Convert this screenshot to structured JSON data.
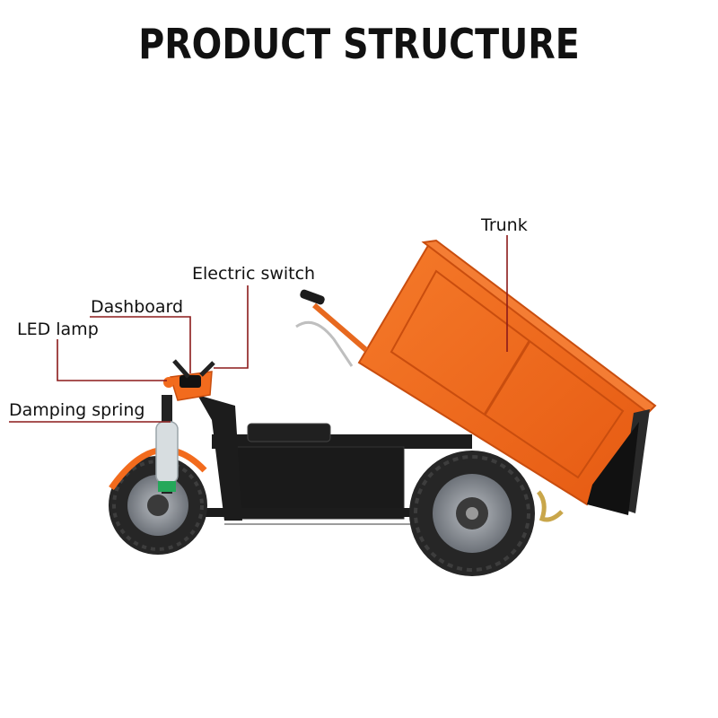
{
  "title": "PRODUCT STRUCTURE",
  "callouts": {
    "trunk": "Trunk",
    "electric_switch": "Electric switch",
    "dashboard": "Dashboard",
    "led_lamp": "LED lamp",
    "damping_spring": "Damping spring"
  },
  "colors": {
    "body_orange": "#f26b1d",
    "frame_black": "#1c1c1c",
    "leader_red": "#8b1a1a",
    "tire": "#262626",
    "rim_grey": "#8c9197"
  }
}
